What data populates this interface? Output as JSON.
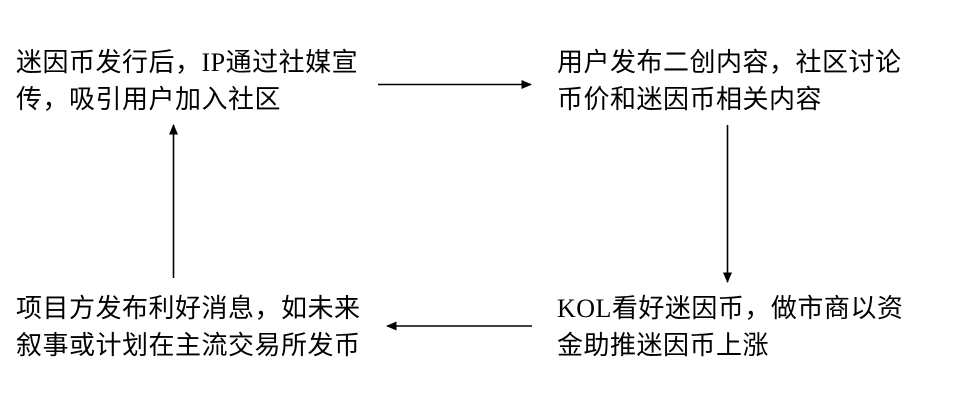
{
  "diagram": {
    "type": "cycle-flowchart",
    "background": "#ffffff",
    "text_color": "#000000",
    "arrow_color": "#000000",
    "nodes": [
      {
        "id": "meme-coin-launch",
        "position": "top-left",
        "text": "迷因币发行后，IP通过社媒宣传，吸引用户加入社区",
        "lines": [
          "迷因币发行后，IP通过社媒宣",
          "传，吸引用户加入社区"
        ]
      },
      {
        "id": "user-generated-content",
        "position": "top-right",
        "text": "用户发布二创内容，社区讨论币价和迷因币相关内容",
        "lines": [
          "用户发布二创内容，社区讨论",
          "币价和迷因币相关内容"
        ]
      },
      {
        "id": "kol-market-maker-pump",
        "position": "bottom-right",
        "text": "KOL看好迷因币，做市商以资金助推迷因币上涨",
        "lines": [
          "KOL看好迷因币，做市商以资",
          "金助推迷因币上涨"
        ]
      },
      {
        "id": "project-good-news",
        "position": "bottom-left",
        "text": "项目方发布利好消息，如未来叙事或计划在主流交易所发币",
        "lines": [
          "项目方发布利好消息，如未来",
          "叙事或计划在主流交易所发币"
        ]
      }
    ],
    "edges": [
      {
        "from": "top-left",
        "to": "top-right",
        "direction": "right"
      },
      {
        "from": "top-right",
        "to": "bottom-right",
        "direction": "down"
      },
      {
        "from": "bottom-right",
        "to": "bottom-left",
        "direction": "left"
      },
      {
        "from": "bottom-left",
        "to": "top-left",
        "direction": "up"
      }
    ]
  }
}
